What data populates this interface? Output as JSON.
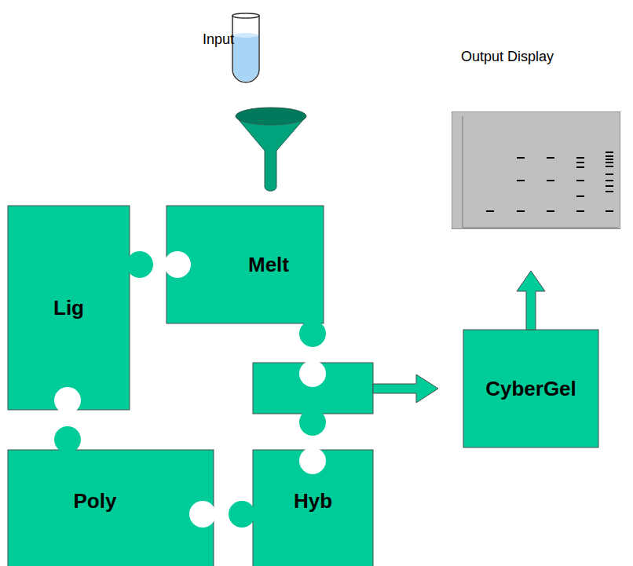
{
  "diagram": {
    "nodes": [
      {
        "text": [
          "Output Display"
        ]
      },
      {
        "text": [
          "Lig"
        ]
      },
      {
        "text": [
          "Melt"
        ]
      },
      {
        "text": [
          "CyberGel"
        ]
      },
      {
        "text": [
          "Poly"
        ]
      },
      {
        "text": [
          "Hyb"
        ]
      }
    ],
    "edges": [
      {
        "from": 3,
        "to": 0,
        "arrow": "to"
      }
    ],
    "labels": [
      "Input"
    ]
  }
}
